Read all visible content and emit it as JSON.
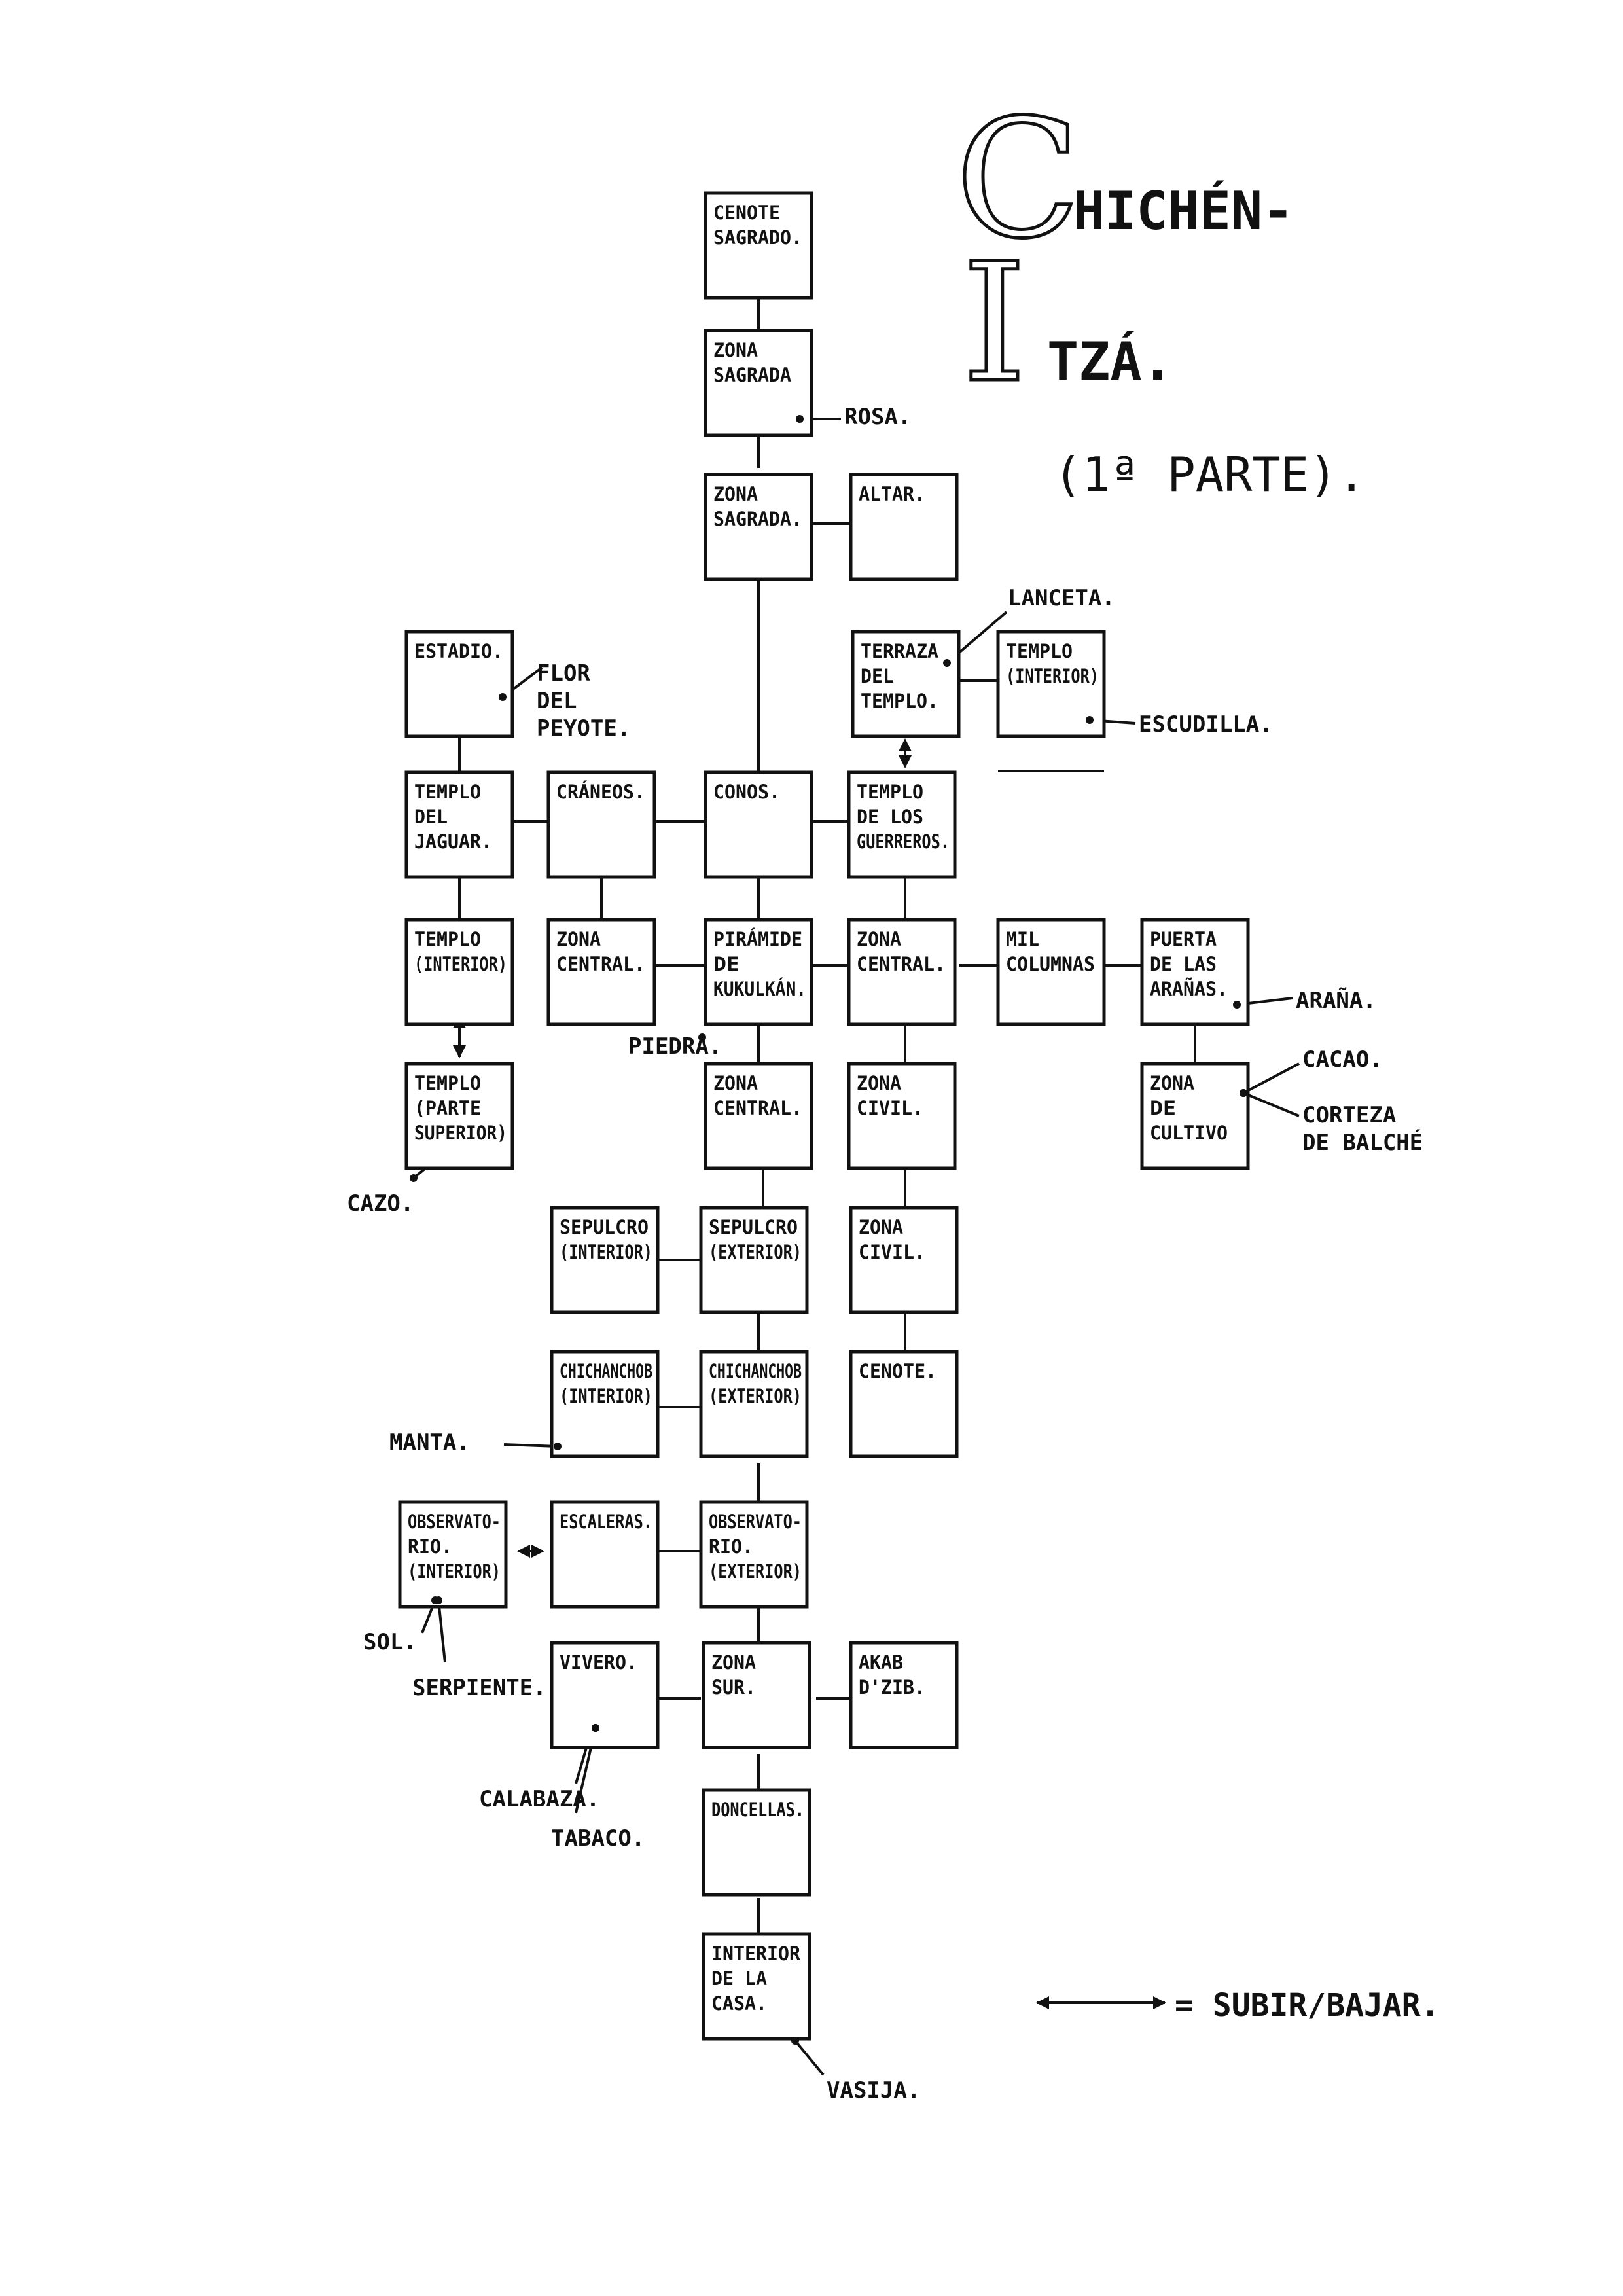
{
  "title": {
    "line1_initial": "C",
    "line1_rest": "HICHÉN-",
    "line2_initial": "I",
    "line2_rest": "TZÁ.",
    "subtitle": "(1ª PARTE)."
  },
  "rooms": [
    {
      "id": "cenote-sagrado",
      "lines": [
        "CENOTE",
        "SAGRADO."
      ]
    },
    {
      "id": "zona-sagrada-1",
      "lines": [
        "ZONA",
        "SAGRADA"
      ]
    },
    {
      "id": "zona-sagrada-2",
      "lines": [
        "ZONA",
        "SAGRADA."
      ]
    },
    {
      "id": "altar",
      "lines": [
        "ALTAR."
      ]
    },
    {
      "id": "estadio",
      "lines": [
        "ESTADIO."
      ]
    },
    {
      "id": "terraza-del-templo",
      "lines": [
        "TERRAZA",
        "DEL",
        "TEMPLO."
      ]
    },
    {
      "id": "templo-interior-1",
      "lines": [
        "TEMPLO",
        "(INTERIOR)"
      ]
    },
    {
      "id": "templo-del-jaguar",
      "lines": [
        "TEMPLO",
        "DEL",
        "JAGUAR."
      ]
    },
    {
      "id": "craneos",
      "lines": [
        "CRÁNEOS."
      ]
    },
    {
      "id": "conos",
      "lines": [
        "CONOS."
      ]
    },
    {
      "id": "templo-de-los-guerreros",
      "lines": [
        "TEMPLO",
        "DE LOS",
        "GUERREROS."
      ]
    },
    {
      "id": "templo-interior-2",
      "lines": [
        "TEMPLO",
        "(INTERIOR)"
      ]
    },
    {
      "id": "zona-central-1",
      "lines": [
        "ZONA",
        "CENTRAL."
      ]
    },
    {
      "id": "piramide-de-kukulkan",
      "lines": [
        "PIRÁMIDE",
        "DE",
        "KUKULKÁN."
      ]
    },
    {
      "id": "zona-central-2",
      "lines": [
        "ZONA",
        "CENTRAL."
      ]
    },
    {
      "id": "mil-columnas",
      "lines": [
        "MIL",
        "COLUMNAS"
      ]
    },
    {
      "id": "puerta-de-las-aranas",
      "lines": [
        "PUERTA",
        "DE LAS",
        "ARAÑAS."
      ]
    },
    {
      "id": "templo-parte-superior",
      "lines": [
        "TEMPLO",
        "(PARTE",
        "SUPERIOR)"
      ]
    },
    {
      "id": "zona-central-3",
      "lines": [
        "ZONA",
        "CENTRAL."
      ]
    },
    {
      "id": "zona-civil-1",
      "lines": [
        "ZONA",
        "CIVIL."
      ]
    },
    {
      "id": "zona-de-cultivo",
      "lines": [
        "ZONA",
        "DE",
        "CULTIVO"
      ]
    },
    {
      "id": "sepulcro-interior",
      "lines": [
        "SEPULCRO",
        "(INTERIOR)"
      ]
    },
    {
      "id": "sepulcro-exterior",
      "lines": [
        "SEPULCRO",
        "(EXTERIOR)"
      ]
    },
    {
      "id": "zona-civil-2",
      "lines": [
        "ZONA",
        "CIVIL."
      ]
    },
    {
      "id": "chichanchob-interior",
      "lines": [
        "CHICHANCHOB",
        "(INTERIOR)"
      ]
    },
    {
      "id": "chichanchob-exterior",
      "lines": [
        "CHICHANCHOB",
        "(EXTERIOR)"
      ]
    },
    {
      "id": "cenote",
      "lines": [
        "CENOTE."
      ]
    },
    {
      "id": "observatorio-interior",
      "lines": [
        "OBSERVATO-",
        "RIO.",
        "(INTERIOR)"
      ]
    },
    {
      "id": "escaleras",
      "lines": [
        "ESCALERAS."
      ]
    },
    {
      "id": "observatorio-exterior",
      "lines": [
        "OBSERVATO-",
        "RIO.",
        "(EXTERIOR)"
      ]
    },
    {
      "id": "vivero",
      "lines": [
        "VIVERO."
      ]
    },
    {
      "id": "zona-sur",
      "lines": [
        "ZONA",
        "SUR."
      ]
    },
    {
      "id": "akab-dzib",
      "lines": [
        "AKAB",
        "D'ZIB."
      ]
    },
    {
      "id": "doncellas",
      "lines": [
        "DONCELLAS."
      ]
    },
    {
      "id": "interior-de-la-casa",
      "lines": [
        "INTERIOR",
        "DE LA",
        "CASA."
      ]
    }
  ],
  "items": [
    {
      "id": "rosa",
      "label": "ROSA."
    },
    {
      "id": "lanceta",
      "label": "LANCETA."
    },
    {
      "id": "flor-del-peyote",
      "lines": [
        "FLOR",
        "DEL",
        "PEYOTE."
      ]
    },
    {
      "id": "escudilla",
      "label": "ESCUDILLA."
    },
    {
      "id": "arana",
      "label": "ARAÑA."
    },
    {
      "id": "piedra",
      "label": "PIEDRA."
    },
    {
      "id": "cacao",
      "label": "CACAO."
    },
    {
      "id": "corteza-de-balche",
      "lines": [
        "CORTEZA",
        "DE BALCHÉ"
      ]
    },
    {
      "id": "cazo",
      "label": "CAZO."
    },
    {
      "id": "manta",
      "label": "MANTA."
    },
    {
      "id": "sol",
      "label": "SOL."
    },
    {
      "id": "serpiente",
      "label": "SERPIENTE."
    },
    {
      "id": "calabaza",
      "label": "CALABAZA."
    },
    {
      "id": "tabaco",
      "label": "TABACO."
    },
    {
      "id": "vasija",
      "label": "VASIJA."
    }
  ],
  "legend": {
    "label": "= SUBIR/BAJAR."
  }
}
